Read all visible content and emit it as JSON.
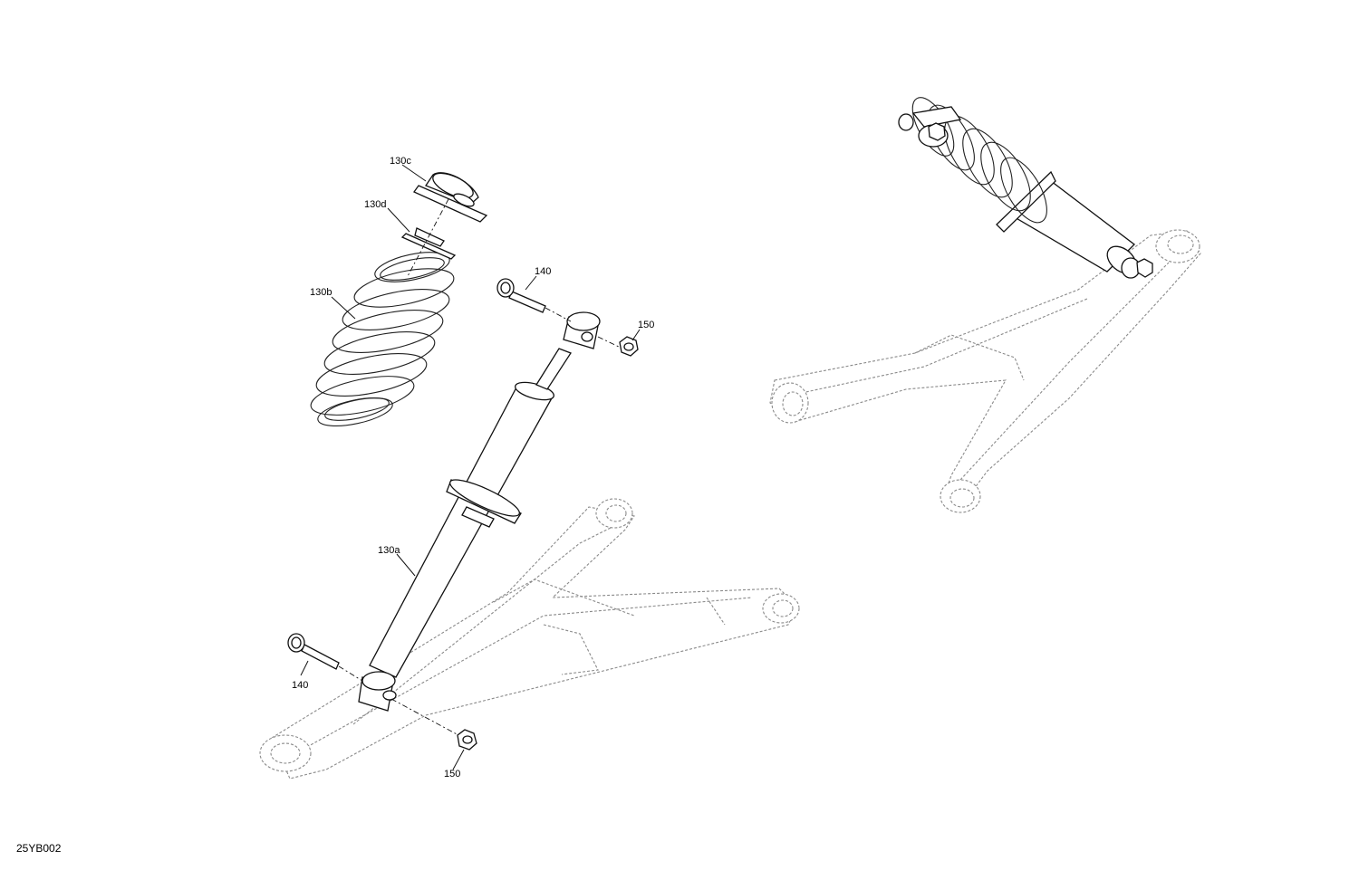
{
  "callouts": {
    "c130c": "130c",
    "c130d": "130d",
    "c130b": "130b",
    "c140_top": "140",
    "c150_top": "150",
    "c130a": "130a",
    "c140_bottom": "140",
    "c150_bottom": "150"
  },
  "diagram_code": "25YB002"
}
